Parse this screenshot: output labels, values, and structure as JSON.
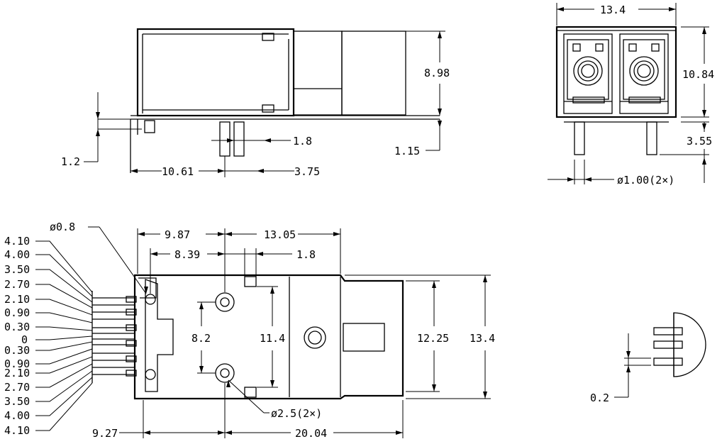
{
  "side_view": {
    "dims": {
      "height_898": "8.98",
      "lead_115": "1.15",
      "lead_12": "1.2",
      "pin_spacing_18": "1.8",
      "offset_1061": "10.61",
      "offset_375": "3.75"
    }
  },
  "front_view": {
    "dims": {
      "width_134": "13.4",
      "height_1084": "10.84",
      "pin_355": "3.55",
      "pin_dia": "ø1.00(2×)"
    }
  },
  "top_view": {
    "dims": {
      "hole_08": "ø0.8",
      "d_987": "9.87",
      "d_1305": "13.05",
      "d_839": "8.39",
      "d_18": "1.8",
      "d_82": "8.2",
      "d_114": "11.4",
      "d_1225": "12.25",
      "d_134": "13.4",
      "hole_25": "ø2.5(2×)",
      "d_927": "9.27",
      "d_2004": "20.04"
    },
    "pin_labels": [
      "4.10",
      "4.00",
      "3.50",
      "2.70",
      "2.10",
      "0.90",
      "0.30",
      "0",
      "0.30",
      "0.90",
      "2.10",
      "2.70",
      "3.50",
      "4.00",
      "4.10"
    ]
  },
  "detail_view": {
    "dims": {
      "d_02": "0.2"
    }
  }
}
